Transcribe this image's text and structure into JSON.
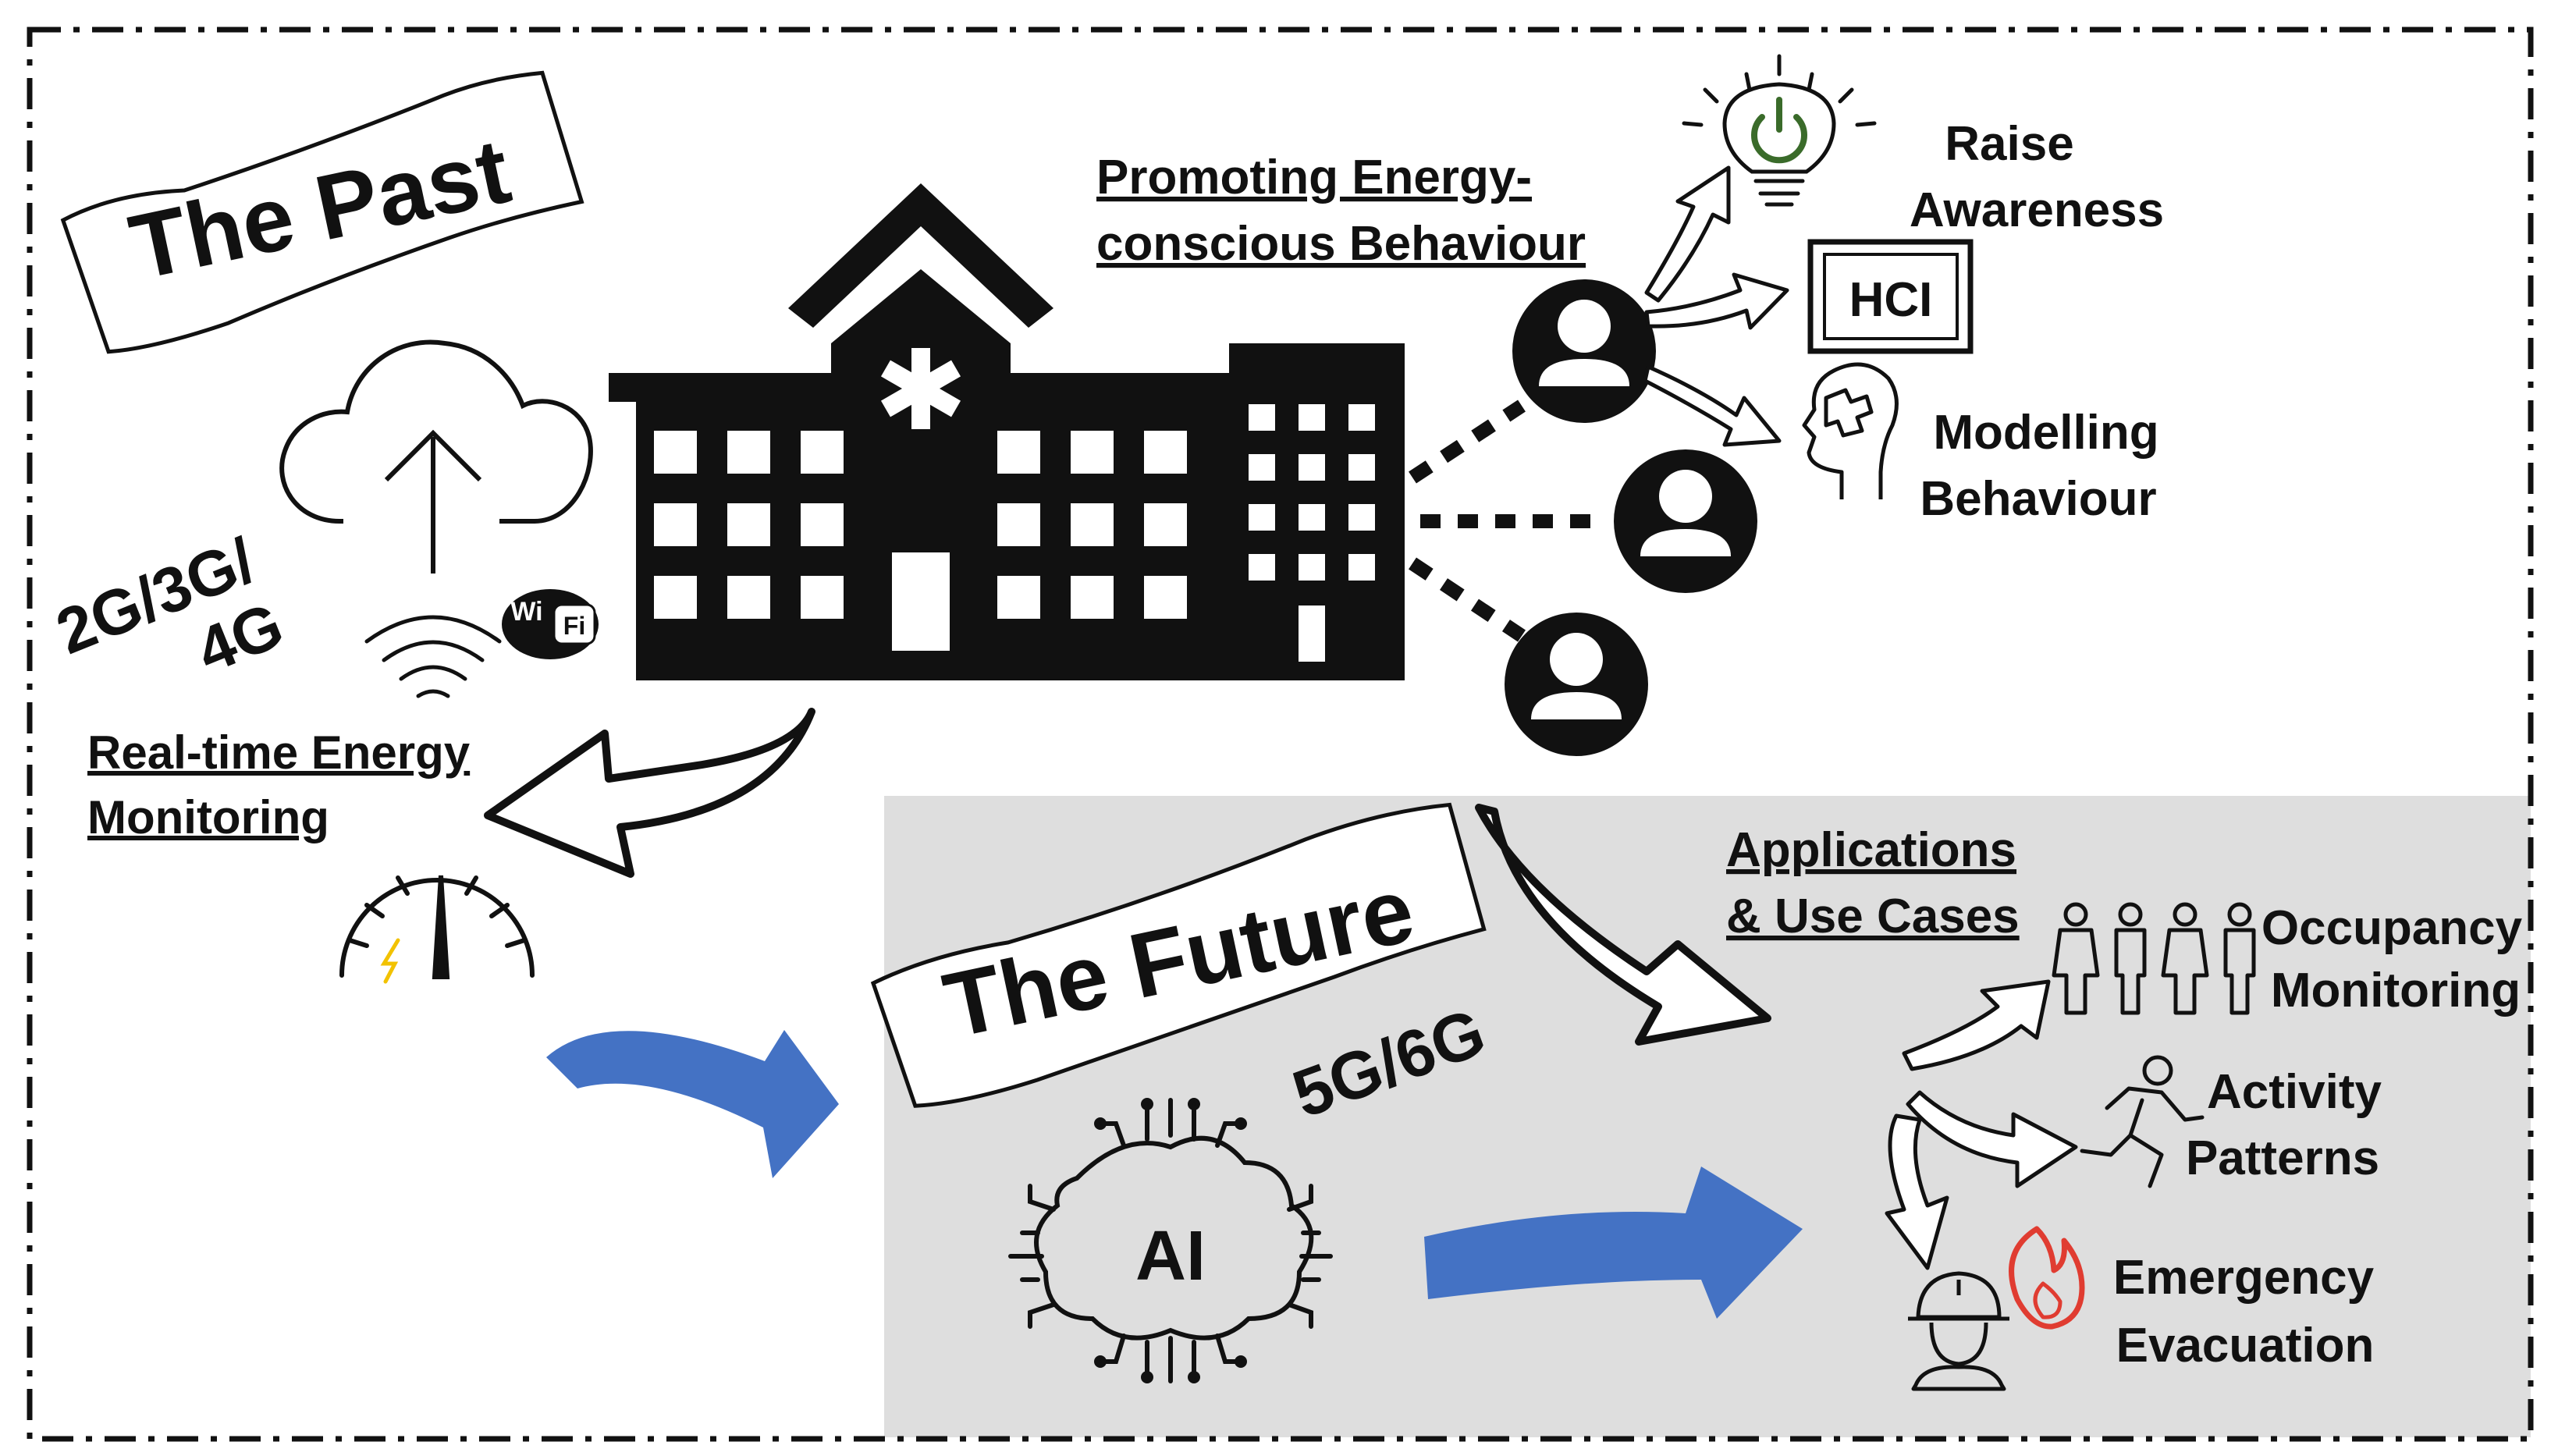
{
  "past": {
    "title": "The Past",
    "network_line1": "2G/3G/",
    "network_line2": "4G",
    "wifi_wi": "Wi",
    "wifi_fi": "Fi",
    "monitoring_line1": "Real-time Energy",
    "monitoring_line2": "Monitoring",
    "behaviour_line1": "Promoting Energy-",
    "behaviour_line2": "conscious Behaviour",
    "outcomes": {
      "raise_line1": "Raise",
      "raise_line2": "Awareness",
      "hci": "HCI",
      "model_line1": "Modelling",
      "model_line2": "Behaviour"
    }
  },
  "future": {
    "title": "The Future",
    "network": "5G/6G",
    "ai": "AI",
    "apps_line1": "Applications",
    "apps_line2": "& Use Cases",
    "uses": {
      "occ_line1": "Occupancy",
      "occ_line2": "Monitoring",
      "act_line1": "Activity",
      "act_line2": "Patterns",
      "em_line1": "Emergency",
      "em_line2": "Evacuation"
    }
  },
  "colors": {
    "future_panel": "#dedede",
    "flow_arrow": "#4472c4",
    "power_icon": "#3a6b2a",
    "fire_icon": "#e03c31",
    "bolt_icon": "#f2c200"
  }
}
